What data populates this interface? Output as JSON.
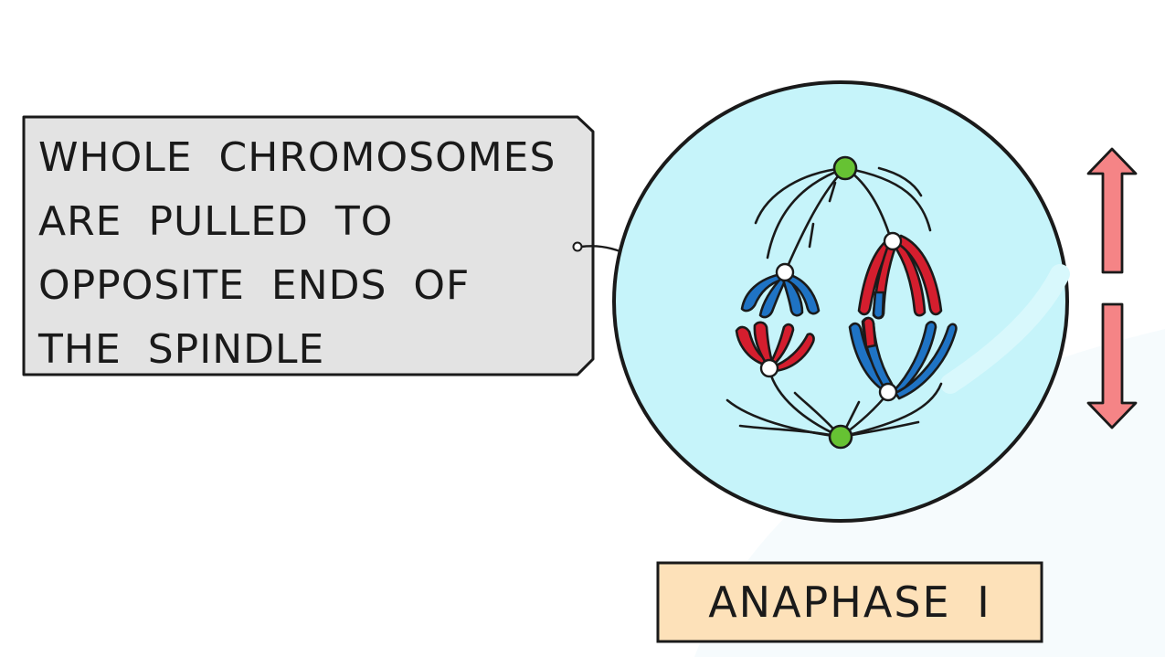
{
  "callout": {
    "lines": [
      "WHOLE CHROMOSOMES",
      "ARE PULLED TO",
      "OPPOSITE ENDS OF",
      "THE SPINDLE"
    ]
  },
  "stage_label": "ANAPHASE I",
  "colors": {
    "callout_fill": "#e3e3e3",
    "cell_fill": "#c6f4fa",
    "label_fill": "#fde1b9",
    "chromosome_red": "#d41e2e",
    "chromosome_blue": "#1f73c4",
    "centriole_green": "#66c233",
    "arrow_fill": "#f58486",
    "outline": "#1a1a1a"
  },
  "icons": {
    "movement_arrows": [
      "up-arrow-icon",
      "down-arrow-icon"
    ]
  }
}
